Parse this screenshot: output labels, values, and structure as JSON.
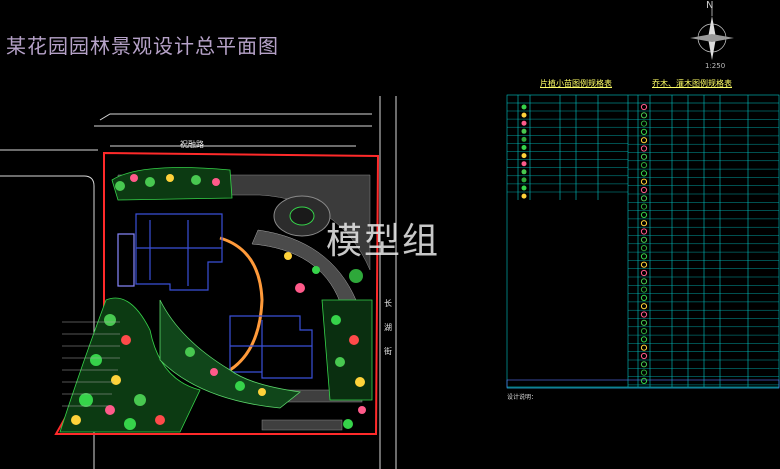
{
  "drawing": {
    "title": "某花园园林景观设计总平面图",
    "scale": "1:250",
    "north_label": "N",
    "watermark": "模型组"
  },
  "roads": {
    "north": "祝融路",
    "east_1": "长",
    "east_2": "湖",
    "east_3": "街"
  },
  "tables": {
    "shrub_table_title": "片植小苗图例规格表",
    "tree_table_title": "乔木、灌木图例规格表"
  },
  "notes": {
    "heading": "设计说明：",
    "body": "",
    "footer": ""
  },
  "colors": {
    "background": "#000000",
    "site_boundary": "#ff2a2a",
    "table_lines": "#00c8c8",
    "planting_green": "#36d34a",
    "paving_grey": "#8a8a8a",
    "building_blue": "#3a4fd8",
    "road_lines": "#d8d8d8"
  },
  "icons": [
    "north-arrow-compass"
  ]
}
